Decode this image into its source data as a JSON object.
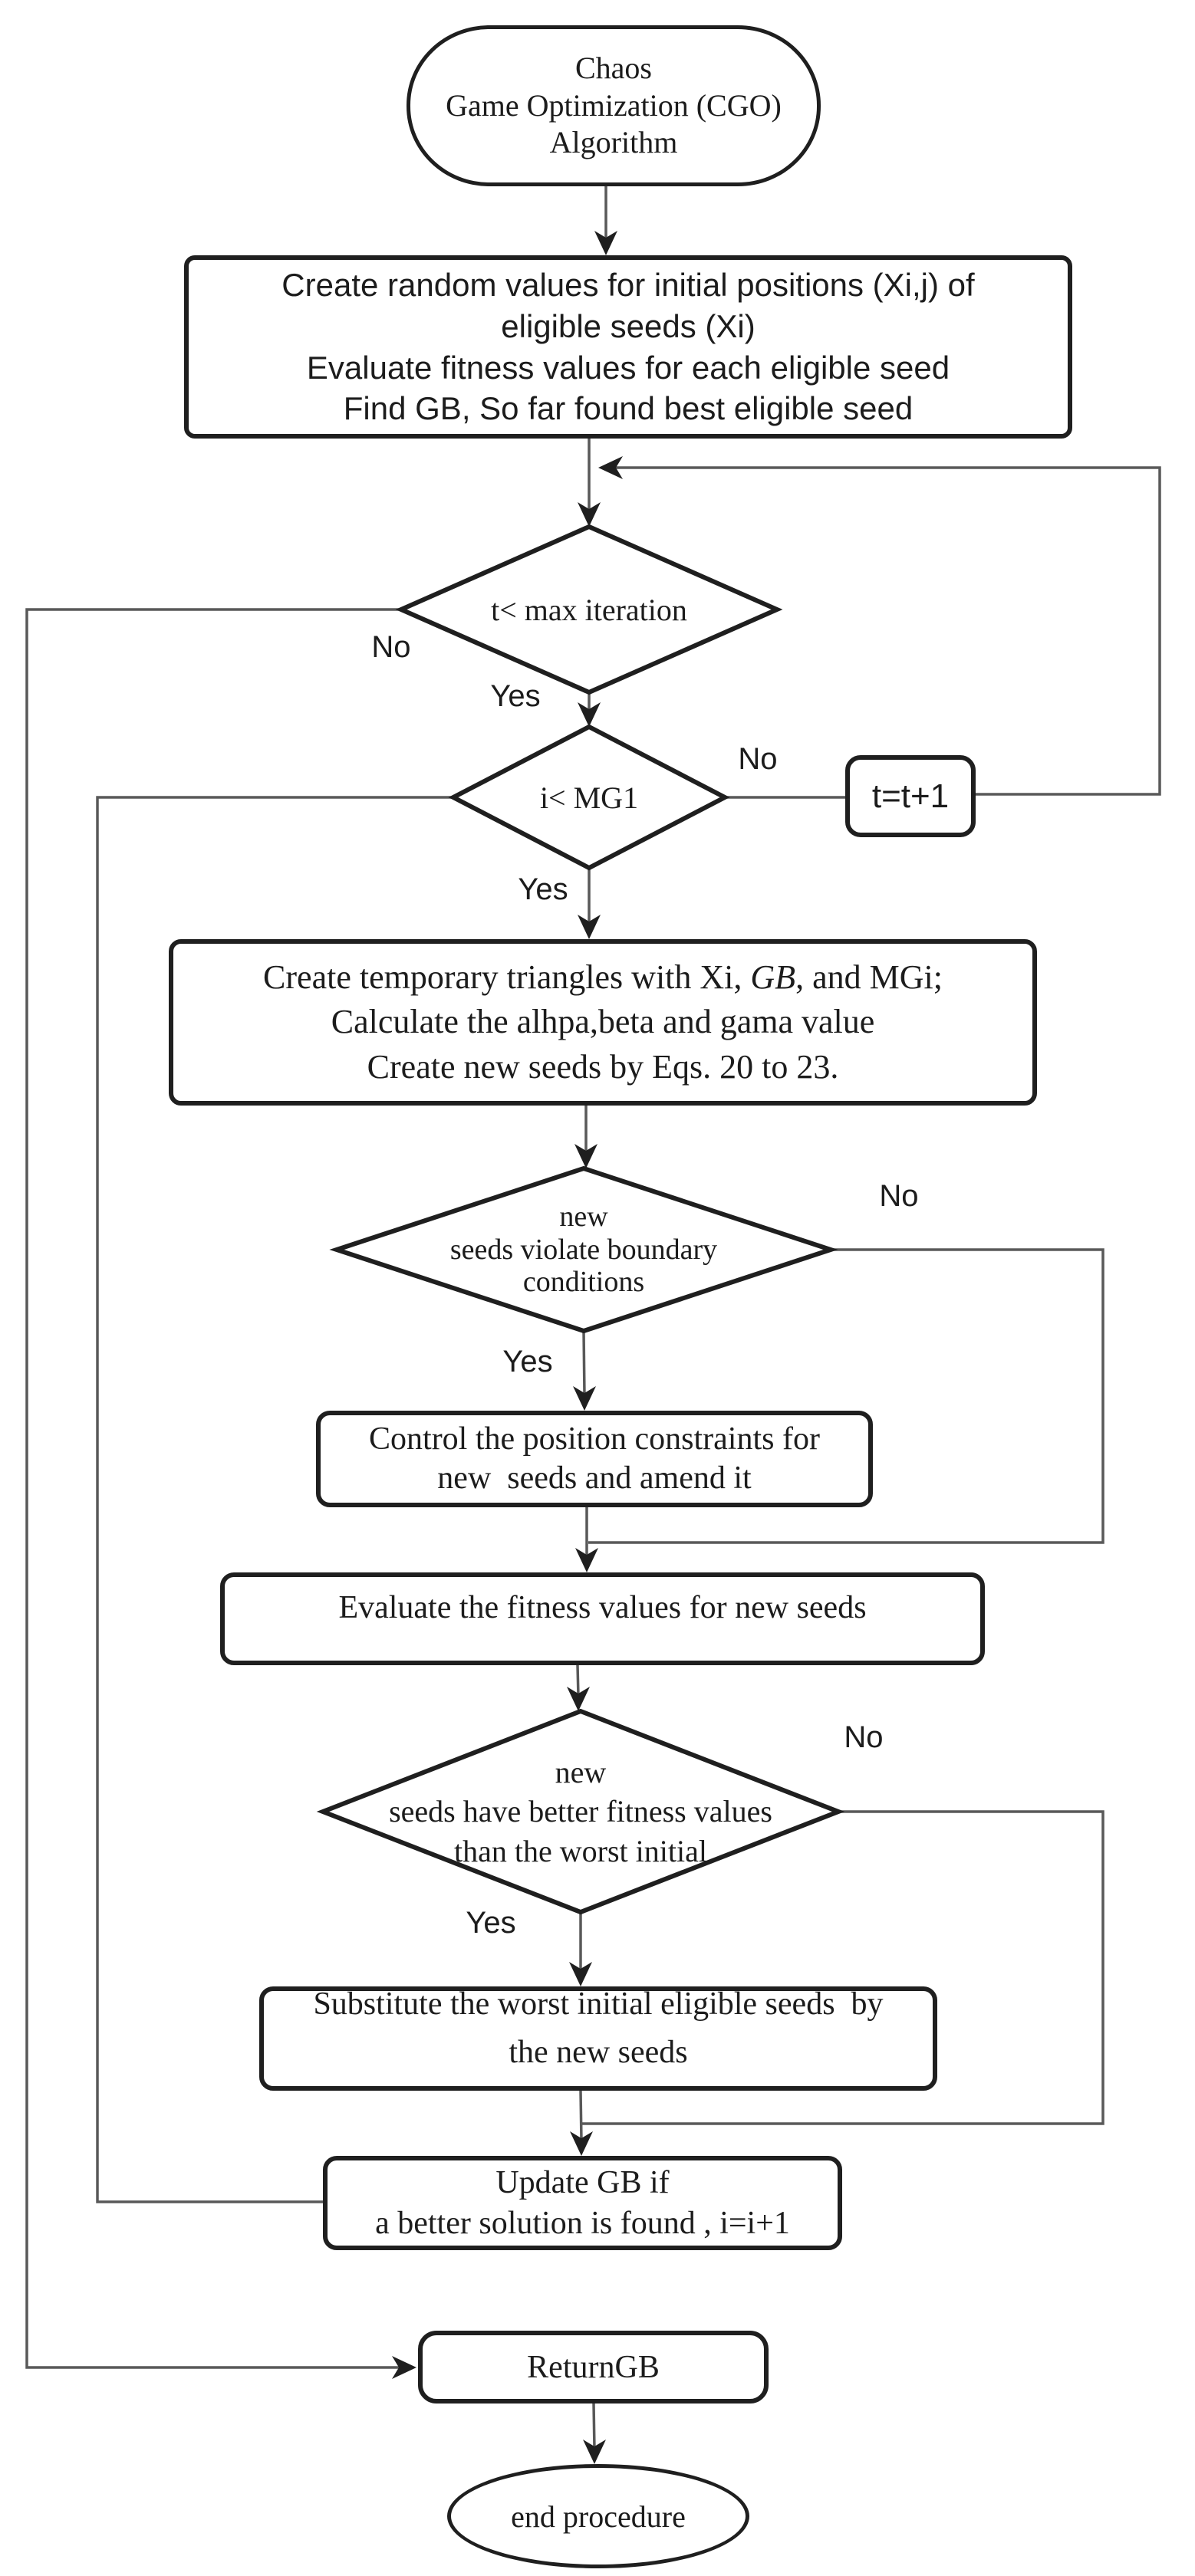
{
  "diagram": {
    "nodes": {
      "start": {
        "line1": "Chaos",
        "line2": "Game Optimization (CGO)",
        "line3": "Algorithm"
      },
      "init": {
        "line1": "Create random values for initial positions (Xi,j) of",
        "line2": "eligible seeds (Xi)",
        "line3": "Evaluate fitness values for each eligible seed",
        "line4": "Find GB, So far found best eligible seed"
      },
      "iter_check": {
        "label": "t< max iteration"
      },
      "mg_check": {
        "label": "i< MG1"
      },
      "increment": {
        "label": "t=t+1"
      },
      "create_triangles": {
        "line1_pre": "Create temporary triangles with Xi, ",
        "line1_italic": "GB",
        "line1_post": ", and MGi;",
        "line2": "Calculate the alhpa,beta and gama value",
        "line3": "Create new seeds by Eqs. 20 to 23."
      },
      "boundary_check": {
        "line1": "new",
        "line2": "seeds violate boundary",
        "line3": "conditions"
      },
      "control": {
        "line1": "Control the position constraints for",
        "line2": "new  seeds and amend it"
      },
      "evaluate": {
        "label": "Evaluate the fitness values for new seeds"
      },
      "fitness_check": {
        "line1": "new",
        "line2": "seeds have better fitness values",
        "line3": "than the worst initial"
      },
      "substitute": {
        "line1": "Substitute the worst initial eligible seeds  by",
        "line2": "the new seeds"
      },
      "update": {
        "line1": "Update GB if",
        "line2": "a better solution is found , i=i+1"
      },
      "return_gb": {
        "label": "ReturnGB"
      },
      "end": {
        "label": "end procedure"
      }
    },
    "edge_labels": {
      "iter_no": "No",
      "iter_yes": "Yes",
      "mg_no": "No",
      "mg_yes": "Yes",
      "boundary_no": "No",
      "boundary_yes": "Yes",
      "fitness_no": "No",
      "fitness_yes": "Yes"
    },
    "colors": {
      "background": "#ffffff",
      "node_border": "#1f1f1f",
      "connector": "#595959",
      "text": "#1c1c1c"
    }
  }
}
